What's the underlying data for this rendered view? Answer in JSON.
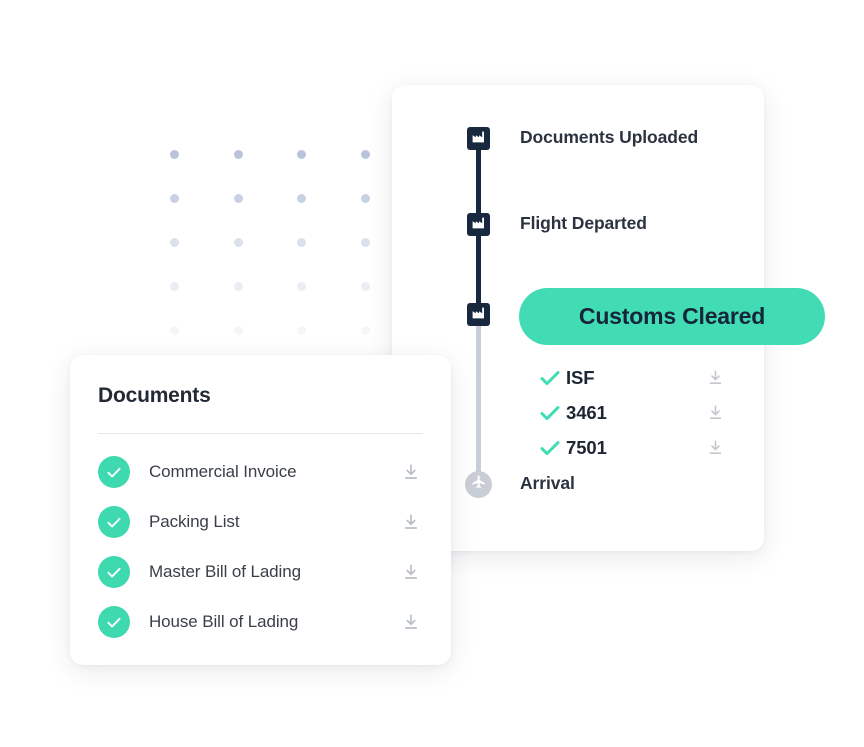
{
  "decor": {
    "dot_grid": {
      "name": "dot-grid",
      "columns": 4,
      "rows": 5,
      "color": "#b9c4da"
    }
  },
  "timeline_card": {
    "rail_active_color": "#18293f",
    "rail_inactive_color": "#c9ced6",
    "steps": [
      {
        "label": "Documents Uploaded",
        "icon": "factory-icon",
        "state": "complete"
      },
      {
        "label": "Flight Departed",
        "icon": "factory-icon",
        "state": "complete"
      },
      {
        "label": "Customs Cleared",
        "icon": "factory-icon",
        "state": "current",
        "highlight_color": "#41dcb4",
        "highlight_text_color": "#16253a"
      },
      {
        "label": "Arrival",
        "icon": "airplane-icon",
        "state": "pending"
      }
    ],
    "customs_documents": [
      {
        "name": "ISF",
        "checked": true,
        "check_icon": "check-icon",
        "action_icon": "download-icon"
      },
      {
        "name": "3461",
        "checked": true,
        "check_icon": "check-icon",
        "action_icon": "download-icon"
      },
      {
        "name": "7501",
        "checked": true,
        "check_icon": "check-icon",
        "action_icon": "download-icon"
      }
    ]
  },
  "documents_card": {
    "title": "Documents",
    "accent_color": "#3fd9b0",
    "items": [
      {
        "name": "Commercial Invoice",
        "checked": true,
        "check_icon": "check-circle-icon",
        "action_icon": "download-icon"
      },
      {
        "name": "Packing List",
        "checked": true,
        "check_icon": "check-circle-icon",
        "action_icon": "download-icon"
      },
      {
        "name": "Master Bill of Lading",
        "checked": true,
        "check_icon": "check-circle-icon",
        "action_icon": "download-icon"
      },
      {
        "name": "House Bill of Lading",
        "checked": true,
        "check_icon": "check-circle-icon",
        "action_icon": "download-icon"
      }
    ]
  }
}
